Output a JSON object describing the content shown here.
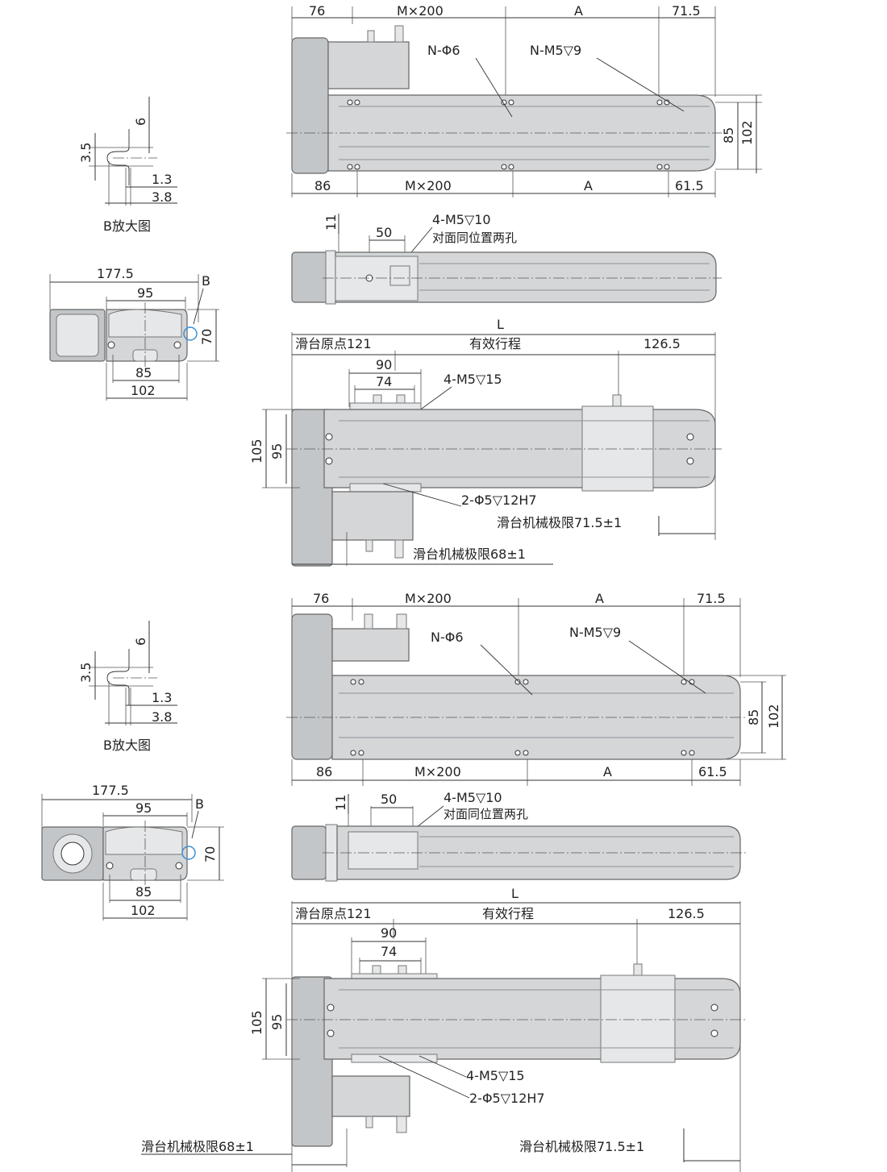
{
  "motor_top": {
    "top_dims": [
      "76",
      "M×200",
      "A",
      "71.5"
    ],
    "bottom_dims": [
      "86",
      "M×200",
      "A",
      "61.5"
    ],
    "right_dims": [
      "85",
      "102"
    ],
    "callouts": [
      "N-Φ6",
      "N-M5▽9"
    ]
  },
  "motor_side": {
    "dims": [
      "11",
      "50"
    ],
    "callout": "4-M5▽10",
    "note": "对面同位置两孔"
  },
  "motor_plan": {
    "L": "L",
    "labels": [
      "滑台原点121",
      "有效行程",
      "126.5"
    ],
    "inner_dims": [
      "90",
      "74"
    ],
    "left_dims": [
      "105",
      "95"
    ],
    "callouts": [
      "4-M5▽15",
      "2-Φ5▽12H7"
    ],
    "limits": [
      "滑台机械极限71.5±1",
      "滑台机械极限68±1"
    ]
  },
  "detail_b": {
    "dims": [
      "3.5",
      "6",
      "1.3",
      "3.8"
    ],
    "caption": "B放大图"
  },
  "end_view": {
    "dims": [
      "177.5",
      "95",
      "B",
      "70",
      "85",
      "102"
    ]
  },
  "colors": {
    "body": "#d4d6d8",
    "line": "#333333",
    "highlight": "#3a8fd4"
  }
}
